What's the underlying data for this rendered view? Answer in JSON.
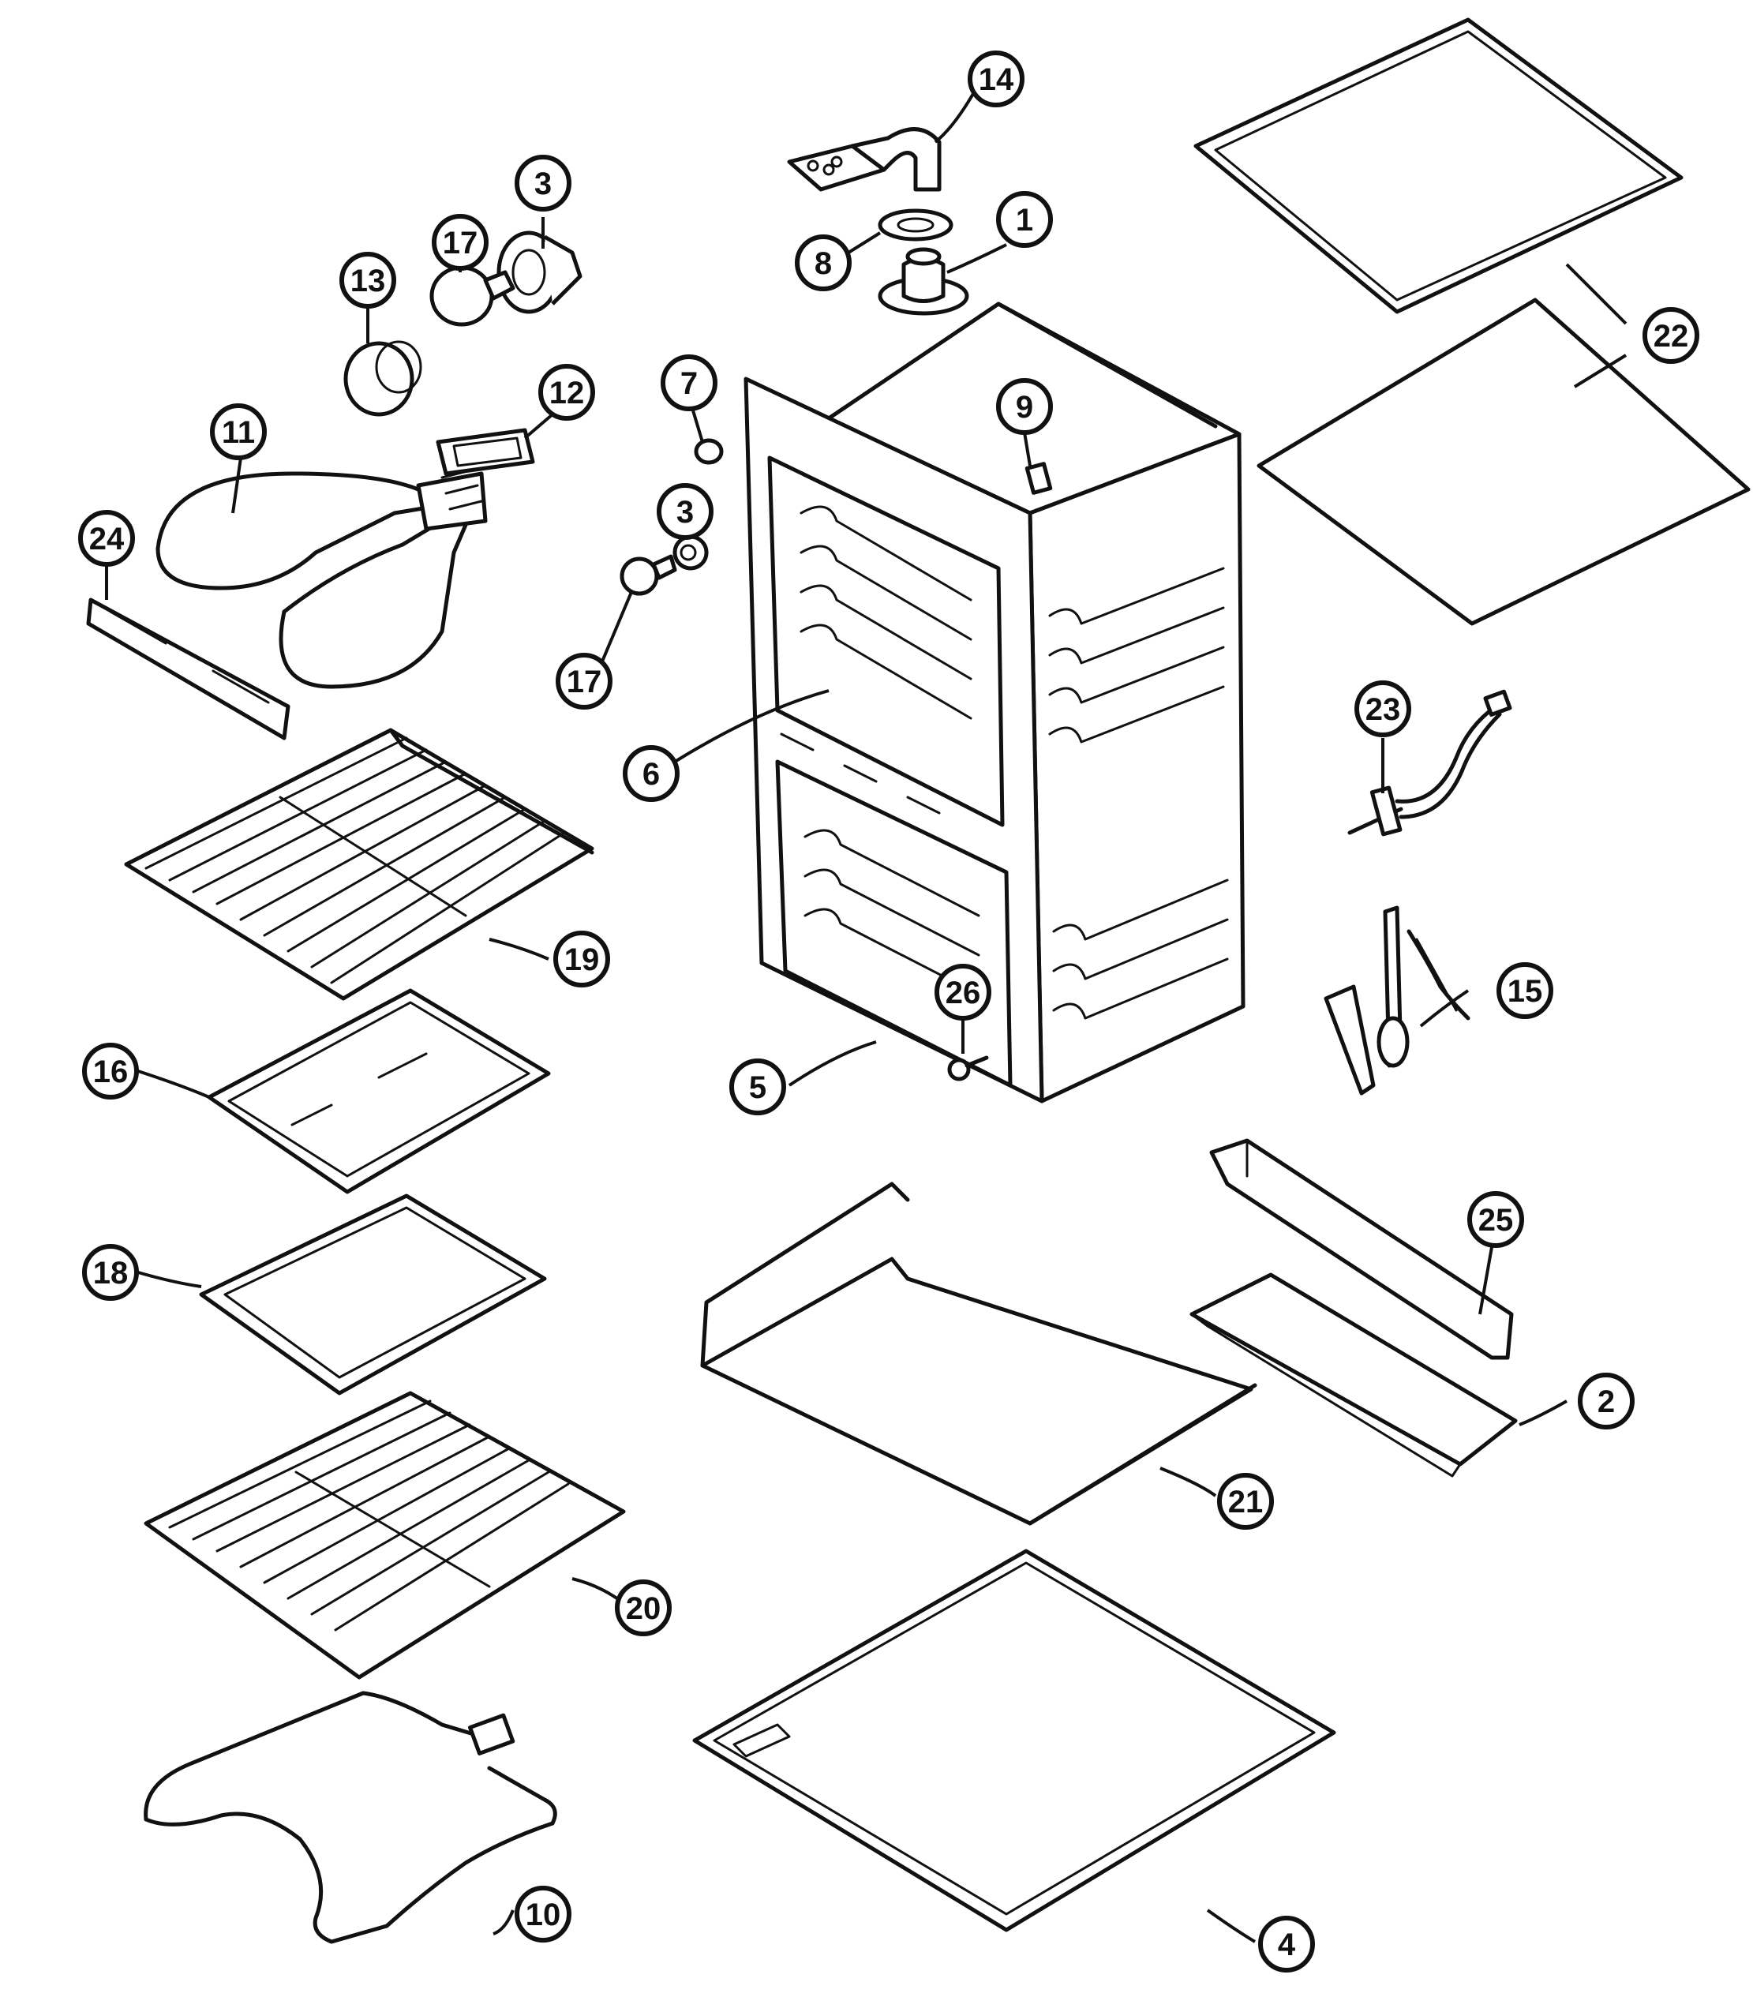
{
  "callouts": [
    {
      "id": "c14",
      "label": "14"
    },
    {
      "id": "c1",
      "label": "1"
    },
    {
      "id": "c8",
      "label": "8"
    },
    {
      "id": "c3a",
      "label": "3"
    },
    {
      "id": "c17a",
      "label": "17"
    },
    {
      "id": "c13",
      "label": "13"
    },
    {
      "id": "c12",
      "label": "12"
    },
    {
      "id": "c11",
      "label": "11"
    },
    {
      "id": "c7",
      "label": "7"
    },
    {
      "id": "c3b",
      "label": "3"
    },
    {
      "id": "c17b",
      "label": "17"
    },
    {
      "id": "c9",
      "label": "9"
    },
    {
      "id": "c24",
      "label": "24"
    },
    {
      "id": "c6",
      "label": "6"
    },
    {
      "id": "c22",
      "label": "22"
    },
    {
      "id": "c23",
      "label": "23"
    },
    {
      "id": "c15",
      "label": "15"
    },
    {
      "id": "c19",
      "label": "19"
    },
    {
      "id": "c26",
      "label": "26"
    },
    {
      "id": "c5",
      "label": "5"
    },
    {
      "id": "c16",
      "label": "16"
    },
    {
      "id": "c18",
      "label": "18"
    },
    {
      "id": "c25",
      "label": "25"
    },
    {
      "id": "c2",
      "label": "2"
    },
    {
      "id": "c21",
      "label": "21"
    },
    {
      "id": "c20",
      "label": "20"
    },
    {
      "id": "c4",
      "label": "4"
    },
    {
      "id": "c10",
      "label": "10"
    }
  ]
}
